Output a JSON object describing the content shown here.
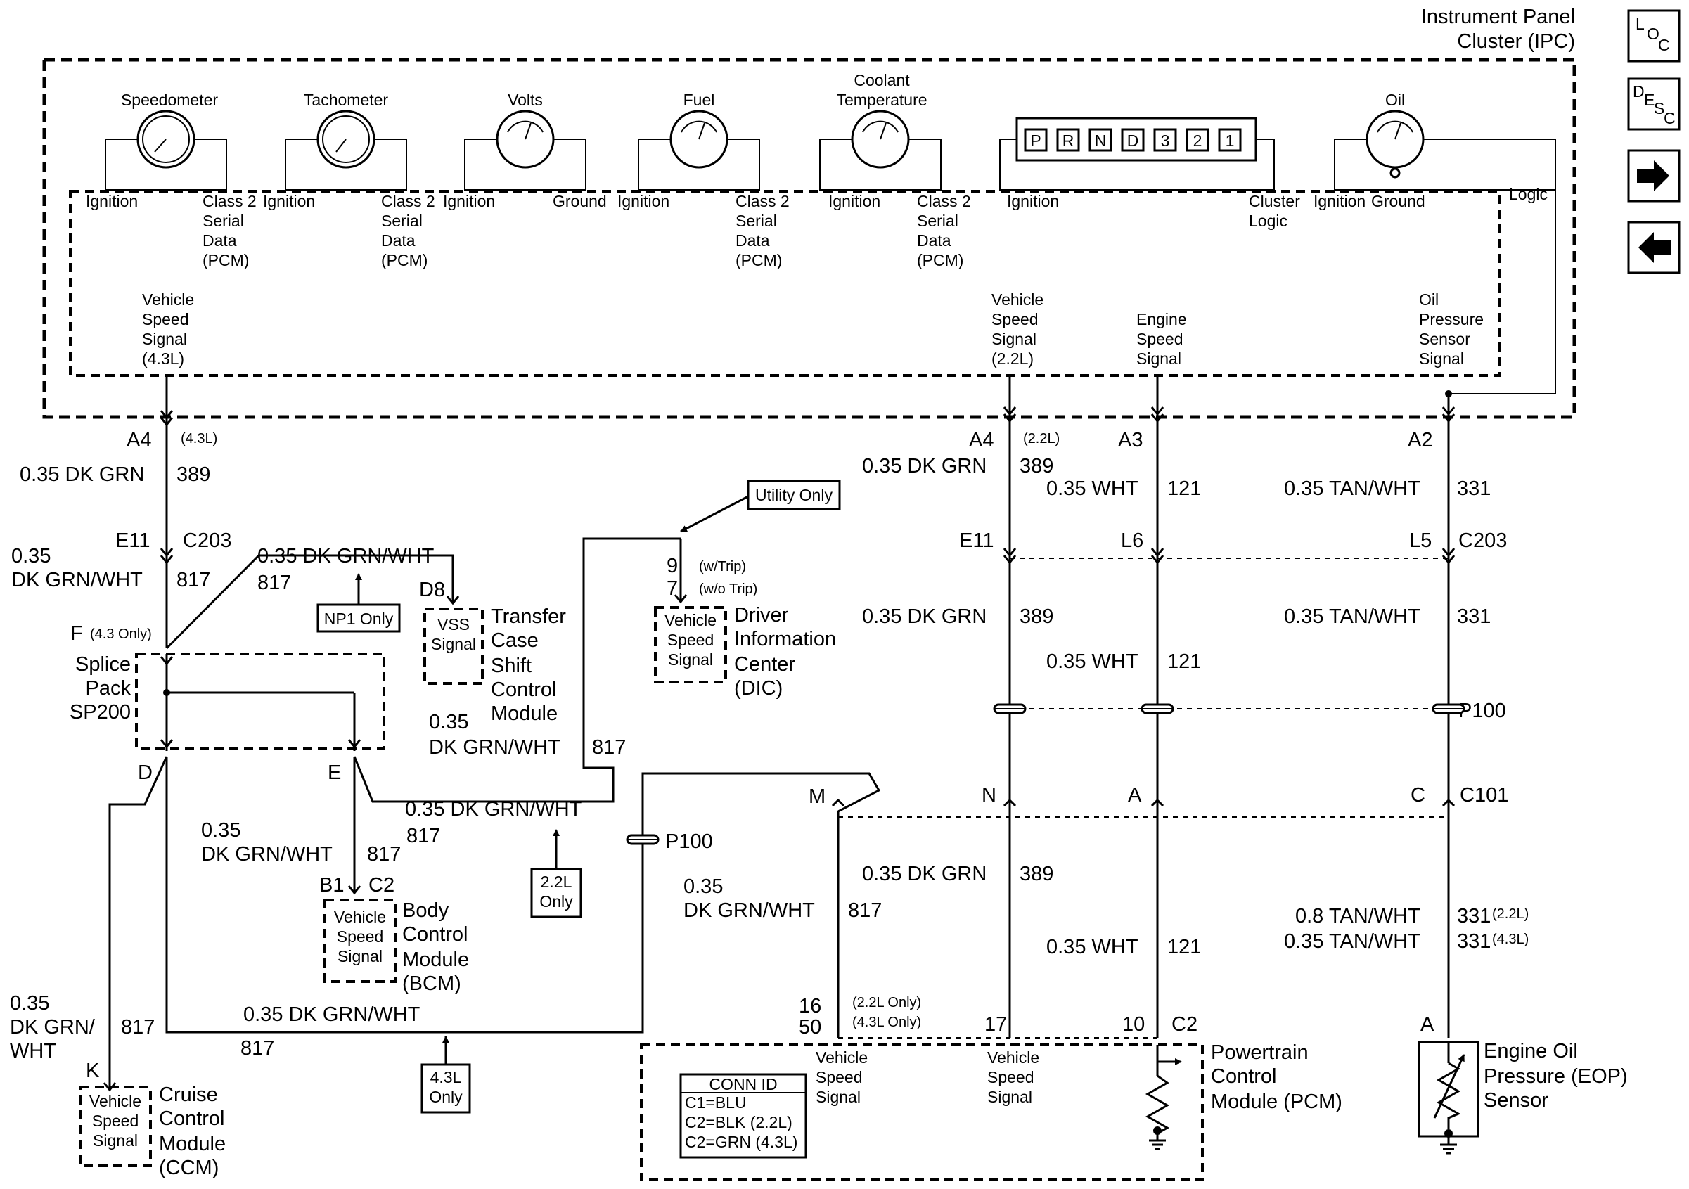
{
  "nav": {
    "loc": {
      "l": "L",
      "o": "O",
      "c": "C"
    },
    "desc": {
      "d": "D",
      "e": "E",
      "s": "S",
      "c": "C"
    },
    "next_glyph": "➜",
    "back_glyph": "⬅"
  },
  "ipc": {
    "title1": "Instrument Panel",
    "title2": "Cluster (IPC)",
    "speedometer": "Speedometer",
    "tachometer": "Tachometer",
    "volts": "Volts",
    "fuel": "Fuel",
    "coolant1": "Coolant",
    "coolant2": "Temperature",
    "oil": "Oil",
    "prnd": [
      "P",
      "R",
      "N",
      "D",
      "3",
      "2",
      "1"
    ],
    "ignition": "Ignition",
    "ground": "Ground",
    "class2": [
      "Class 2",
      "Serial",
      "Data",
      "(PCM)"
    ],
    "cluster_logic": [
      "Cluster",
      "Logic"
    ],
    "logic": "Logic",
    "vss43": [
      "Vehicle",
      "Speed",
      "Signal",
      "(4.3L)"
    ],
    "vss22": [
      "Vehicle",
      "Speed",
      "Signal",
      "(2.2L)"
    ],
    "ess": [
      "Engine",
      "Speed",
      "Signal"
    ],
    "ops": [
      "Oil",
      "Pressure",
      "Sensor",
      "Signal"
    ]
  },
  "pins": {
    "a4": "A4",
    "a3": "A3",
    "a2": "A2",
    "note43": "(4.3L)",
    "note22": "(2.2L)",
    "e11": "E11",
    "l6": "L6",
    "l5": "L5",
    "c203": "C203",
    "d8": "D8",
    "f": "F",
    "f_note": "(4.3 Only)",
    "d": "D",
    "e": "E",
    "m": "M",
    "n": "N",
    "a": "A",
    "c": "C",
    "c101": "C101",
    "b1": "B1",
    "c2": "C2",
    "k": "K",
    "p100": "P100",
    "pin9": "9",
    "pin7": "7",
    "wtrip": "(w/Trip)",
    "wotrip": "(w/o Trip)",
    "pin16": "16",
    "pin50": "50",
    "only22": "(2.2L Only)",
    "only43": "(4.3L Only)",
    "pin17": "17",
    "pin10": "10",
    "sensor_a": "A"
  },
  "wires": {
    "w035": "0.35",
    "dkgrn": "0.35 DK GRN",
    "dkgrn_solo": "DK GRN",
    "dkgrnwht": "0.35 DK GRN/WHT",
    "dkgrnwht_solo": "DK GRN/WHT",
    "dkgrn_slash": "DK GRN/",
    "wht_solo": "WHT",
    "wht": "0.35 WHT",
    "tanwht": "0.35 TAN/WHT",
    "tanwht08": "0.8 TAN/WHT",
    "c389": "389",
    "c817": "817",
    "c121": "121",
    "c331": "331",
    "suffix22": "(2.2L)",
    "suffix43": "(4.3L)"
  },
  "splice": {
    "l1": "Splice",
    "l2": "Pack",
    "l3": "SP200"
  },
  "modules": {
    "vss_small": [
      "Vehicle",
      "Speed",
      "Signal"
    ],
    "vss_label": [
      "VSS",
      "Signal"
    ],
    "tccm": [
      "Transfer",
      "Case",
      "Shift",
      "Control",
      "Module"
    ],
    "dic": [
      "Driver",
      "Information",
      "Center",
      "(DIC)"
    ],
    "bcm": [
      "Body",
      "Control",
      "Module",
      "(BCM)"
    ],
    "ccm": [
      "Cruise",
      "Control",
      "Module",
      "(CCM)"
    ],
    "pcm": [
      "Powertrain",
      "Control",
      "Module (PCM)"
    ],
    "eop": [
      "Engine Oil",
      "Pressure (EOP)",
      "Sensor"
    ],
    "conn_id": [
      "CONN ID",
      "C1=BLU",
      "C2=BLK (2.2L)",
      "C2=GRN (4.3L)"
    ]
  },
  "callouts": {
    "utility": "Utility Only",
    "np1": "NP1 Only",
    "only22": [
      "2.2L",
      "Only"
    ],
    "only43": [
      "4.3L",
      "Only"
    ]
  }
}
